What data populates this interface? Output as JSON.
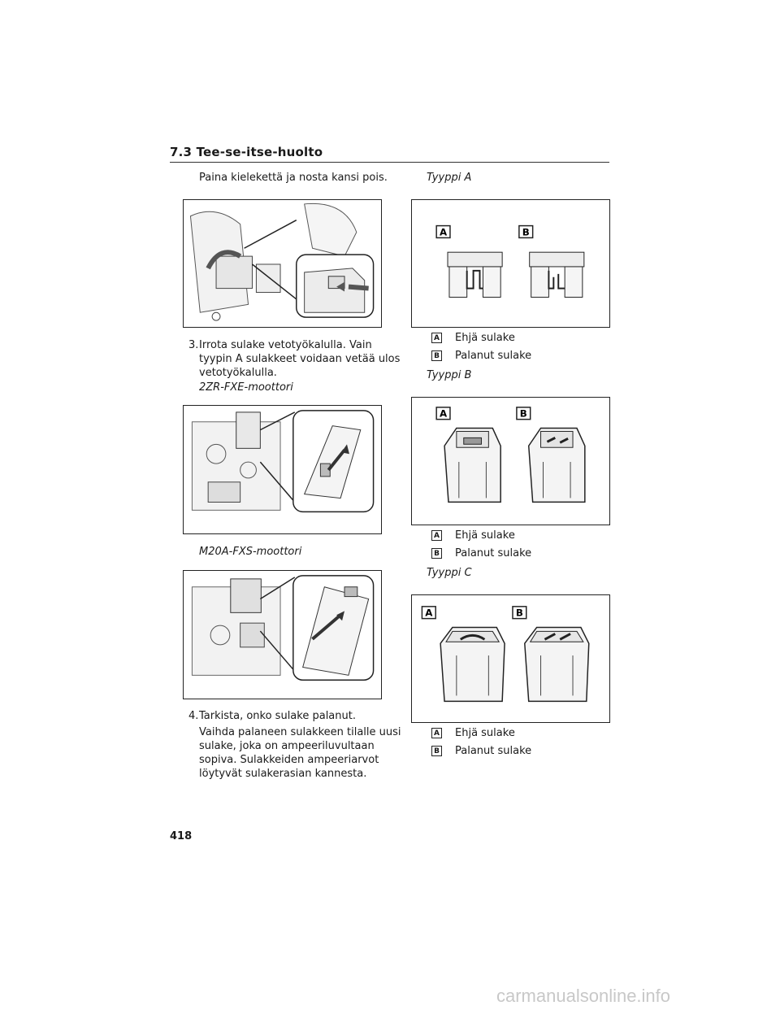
{
  "header": {
    "section_title": "7.3 Tee-se-itse-huolto"
  },
  "left": {
    "intro": "Paina kielekettä ja nosta kansi pois.",
    "step3": {
      "number": "3.",
      "line1": "Irrota sulake vetotyökalulla. Vain",
      "line2": "tyypin A sulakkeet voidaan vetää ulos",
      "line3": "vetotyökalulla."
    },
    "engine1": "2ZR-FXE-moottori",
    "engine2": "M20A-FXS-moottori",
    "step4": {
      "number": "4.",
      "title": "Tarkista, onko sulake palanut.",
      "line1": "Vaihda palaneen sulakkeen tilalle uusi",
      "line2": "sulake, joka on ampeeriluvultaan",
      "line3": "sopiva. Sulakkeiden ampeeriarvot",
      "line4": "löytyvät sulakerasian kannesta."
    }
  },
  "right": {
    "typeA": {
      "label": "Tyyppi A",
      "badge_a": "A",
      "badge_b": "B",
      "legend_a": "Ehjä sulake",
      "legend_b": "Palanut sulake"
    },
    "typeB": {
      "label": "Tyyppi B",
      "badge_a": "A",
      "badge_b": "B",
      "legend_a": "Ehjä sulake",
      "legend_b": "Palanut sulake"
    },
    "typeC": {
      "label": "Tyyppi C",
      "badge_a": "A",
      "badge_b": "B",
      "legend_a": "Ehjä sulake",
      "legend_b": "Palanut sulake"
    }
  },
  "footer": {
    "page_number": "418"
  },
  "watermark": "carmanualsonline.info"
}
